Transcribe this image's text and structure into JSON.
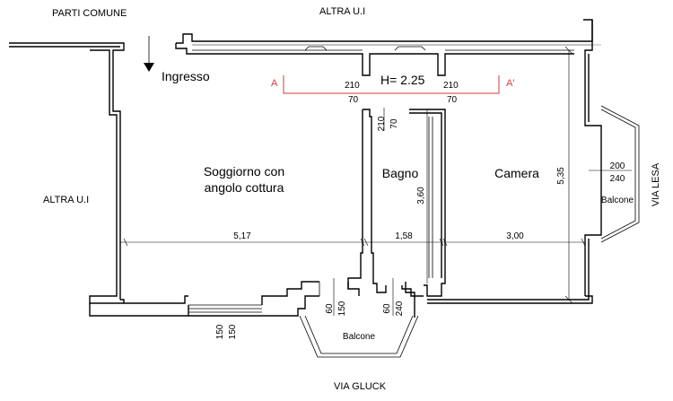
{
  "labels": {
    "parti_comune": "PARTI COMUNE",
    "altra_top": "ALTRA U.I",
    "altra_left": "ALTRA U.I",
    "ingresso": "Ingresso",
    "via_lesa": "VIA LESA",
    "via_gluck": "VIA GLUCK"
  },
  "rooms": {
    "soggiorno_line1": "Soggiorno con",
    "soggiorno_line2": "angolo cottura",
    "bagno": "Bagno",
    "camera": "Camera",
    "balcone_right": "Balcone",
    "balcone_bottom": "Balcone"
  },
  "section": {
    "height": "H= 2.25",
    "a": "A",
    "a_prime": "A'"
  },
  "dimensions": {
    "door1_w": "210",
    "door1_h": "70",
    "door2_w": "210",
    "door2_h": "70",
    "bagno_door_w": "210",
    "bagno_door_h": "70",
    "bagno_len": "3,60",
    "camera_height": "5,35",
    "balcone_right_top": "200",
    "balcone_right_bottom": "240",
    "span_soggiorno": "5,17",
    "span_bagno": "1,58",
    "span_camera": "3,00",
    "bottom_win1_a": "60",
    "bottom_win1_b": "150",
    "bottom_win2_a": "60",
    "bottom_win2_b": "240",
    "window_a": "150",
    "window_b": "150"
  }
}
